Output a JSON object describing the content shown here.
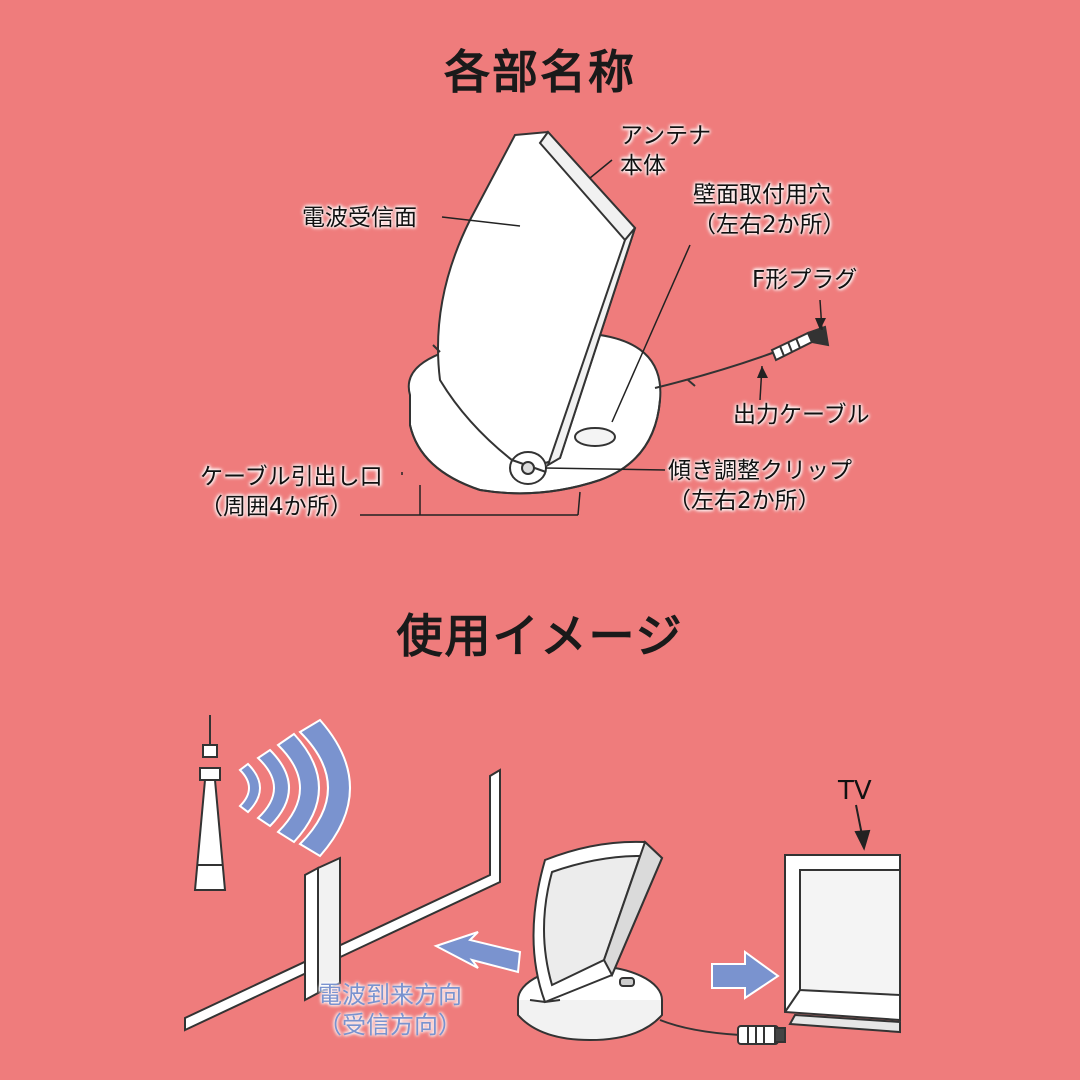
{
  "sections": {
    "parts_title": "各部名称",
    "usage_title": "使用イメージ"
  },
  "parts": {
    "antenna_body": [
      "アンテナ",
      "本体"
    ],
    "receiving_surface": "電波受信面",
    "wall_hole": [
      "壁面取付用穴",
      "（左右2か所）"
    ],
    "f_plug": "F形プラグ",
    "output_cable": "出力ケーブル",
    "cable_outlet": [
      "ケーブル引出し口",
      "（周囲4か所）"
    ],
    "tilt_clip": [
      "傾き調整クリップ",
      "（左右2か所）"
    ]
  },
  "usage": {
    "tv_label": "TV",
    "direction": [
      "電波到来方向",
      "（受信方向）"
    ]
  },
  "colors": {
    "background": "#ef7c7c",
    "blue_arrow": "#7a93cf",
    "line": "#333333"
  }
}
